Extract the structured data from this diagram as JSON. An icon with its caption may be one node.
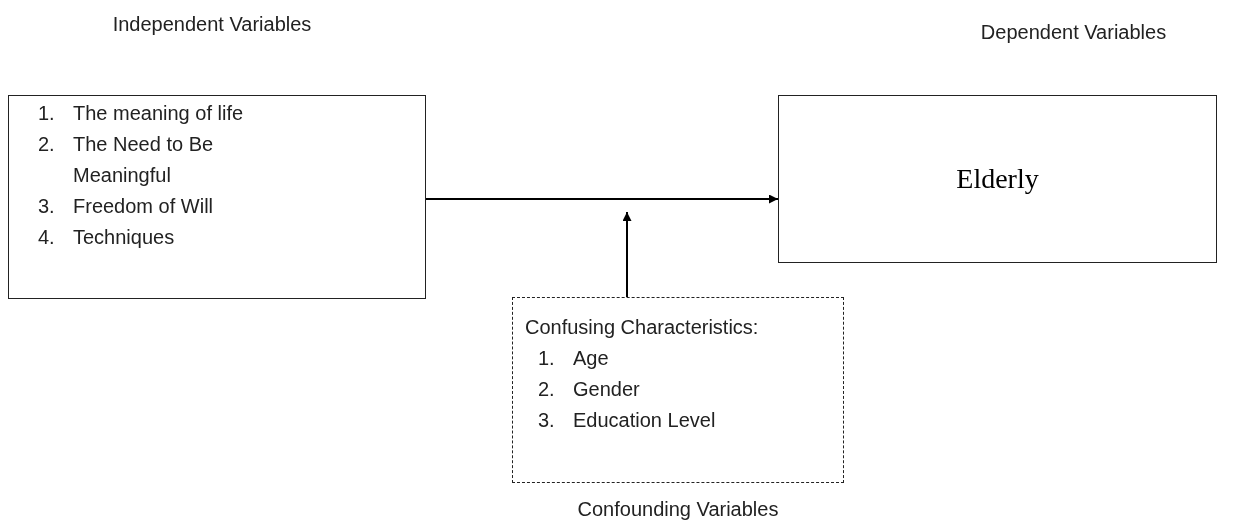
{
  "diagram": {
    "nodes": [
      {
        "text": [
          "Independent Variables",
          "1. The meaning of life",
          "2. The Need to Be Meaningful",
          "3. Freedom of Will",
          "4. Techniques"
        ]
      },
      {
        "text": [
          "Dependent Variables",
          "Elderly"
        ]
      },
      {
        "text": [
          "Confusing Characteristics:",
          "1. Age",
          "2. Gender",
          "3. Education Level"
        ],
        "beside": [
          "Confounding Variables"
        ]
      }
    ],
    "edges": [
      {
        "from": 0,
        "to": 1,
        "arrow": "to"
      },
      {
        "from": 2,
        "to": null,
        "arrow": "to"
      }
    ]
  }
}
